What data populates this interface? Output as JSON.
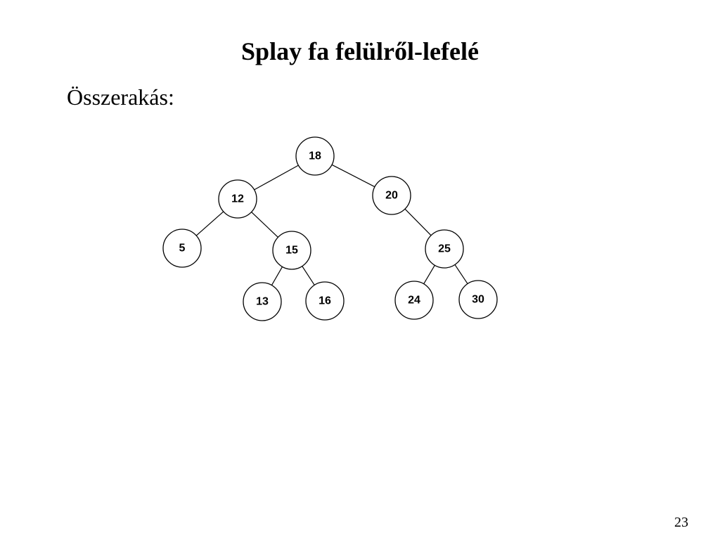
{
  "title": "Splay fa felülről-lefelé",
  "subtitle": "Összerakás:",
  "page_number": "23",
  "tree": {
    "nodes": [
      {
        "id": "n18",
        "label": "18"
      },
      {
        "id": "n12",
        "label": "12"
      },
      {
        "id": "n20",
        "label": "20"
      },
      {
        "id": "n5",
        "label": "5"
      },
      {
        "id": "n15",
        "label": "15"
      },
      {
        "id": "n25",
        "label": "25"
      },
      {
        "id": "n13",
        "label": "13"
      },
      {
        "id": "n16",
        "label": "16"
      },
      {
        "id": "n24",
        "label": "24"
      },
      {
        "id": "n30",
        "label": "30"
      }
    ],
    "edges": [
      [
        "n18",
        "n12"
      ],
      [
        "n18",
        "n20"
      ],
      [
        "n12",
        "n5"
      ],
      [
        "n12",
        "n15"
      ],
      [
        "n15",
        "n13"
      ],
      [
        "n15",
        "n16"
      ],
      [
        "n20",
        "n25"
      ],
      [
        "n25",
        "n24"
      ],
      [
        "n25",
        "n30"
      ]
    ]
  }
}
